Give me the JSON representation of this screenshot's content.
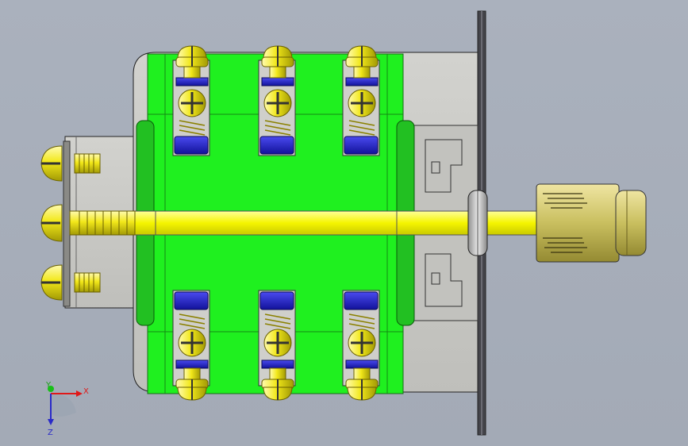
{
  "viewport": {
    "background": "#a7aeba"
  },
  "triad": {
    "x_label": "X",
    "y_label": "Y",
    "z_label": "Z"
  },
  "colors": {
    "housing": "#c8c8c4",
    "contact_block": "#1fef1f",
    "screw": "#f2ea1a",
    "shaft": "#f5f500",
    "spring_holder": "#2a2ad0",
    "mounting_plate": "#4a4a50",
    "knob": "#c9c06a"
  },
  "model": {
    "name_icon": "rotary-cam-switch-model",
    "terminal_screws_top": 3,
    "terminal_screws_bottom": 3,
    "side_screws": 3
  }
}
